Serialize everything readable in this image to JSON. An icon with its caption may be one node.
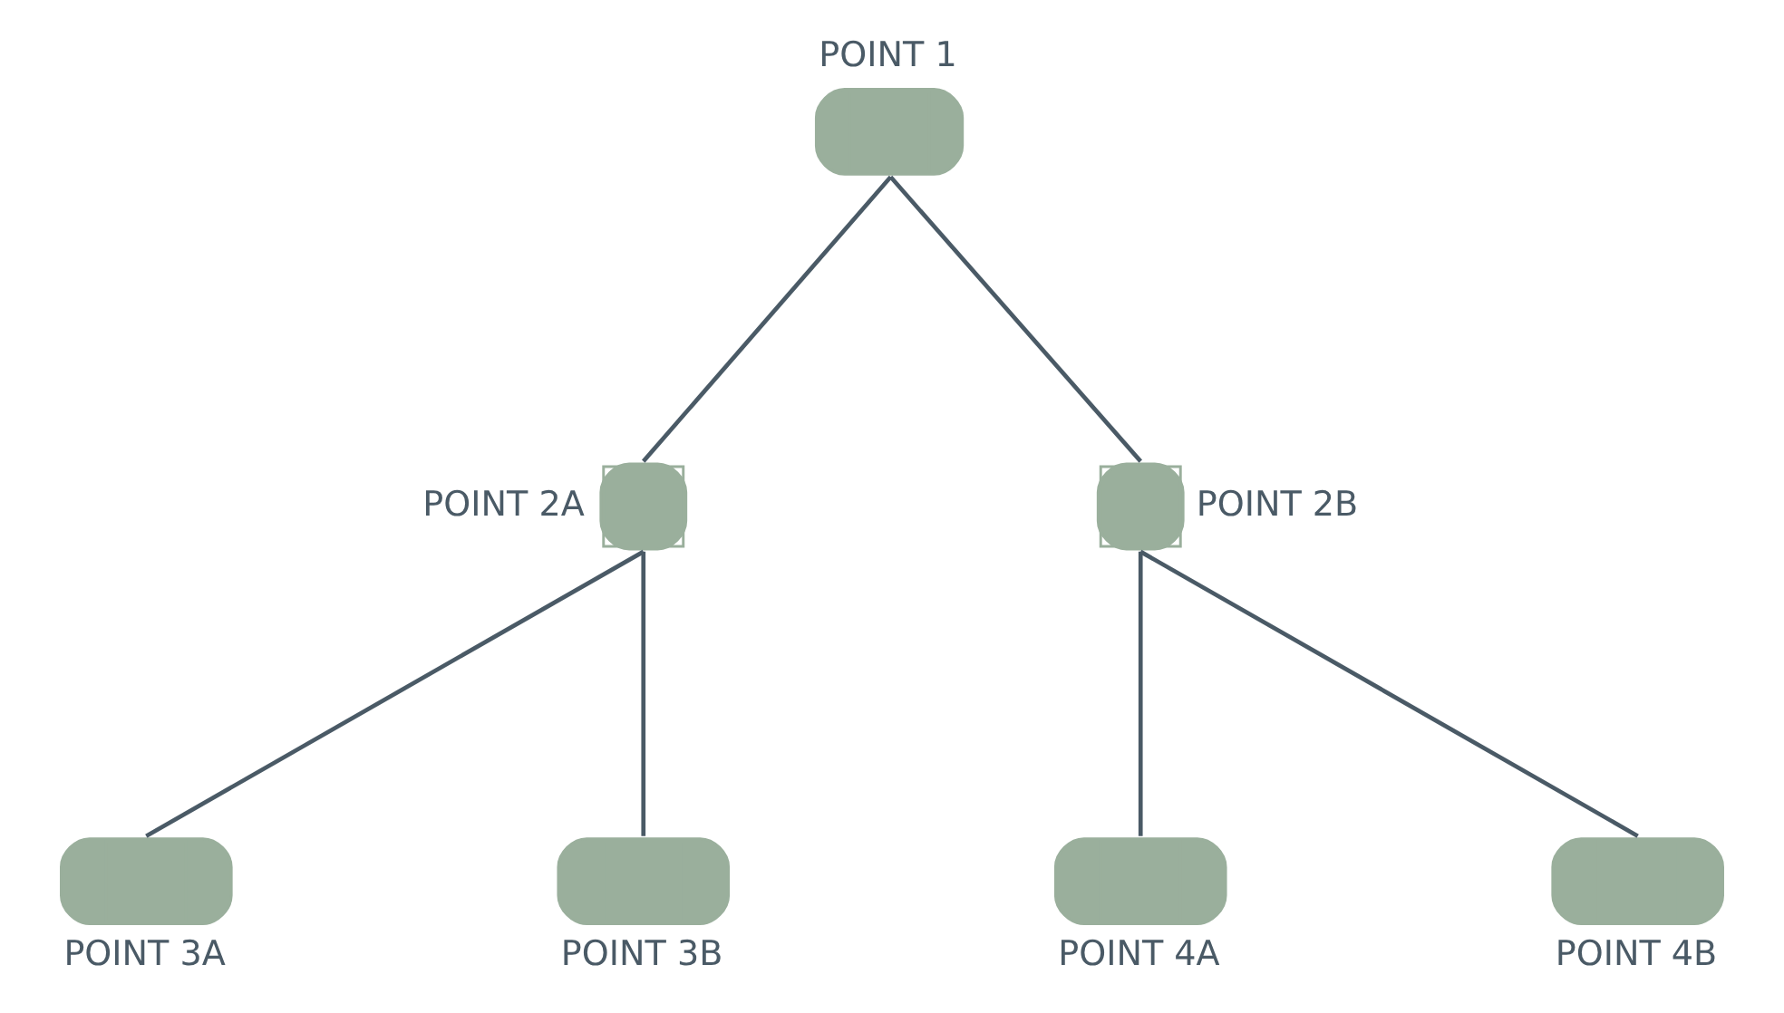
{
  "diagram": {
    "nodes": [
      {
        "text": [
          "POINT 1"
        ]
      },
      {
        "text": [
          "POINT 2A"
        ]
      },
      {
        "text": [
          "POINT 2B"
        ]
      },
      {
        "text": [
          "POINT 3A"
        ]
      },
      {
        "text": [
          "POINT 3B"
        ]
      },
      {
        "text": [
          "POINT 4A"
        ]
      },
      {
        "text": [
          "POINT 4B"
        ]
      }
    ],
    "edges": [
      {
        "from": 0,
        "to": 1,
        "arrow": "none"
      },
      {
        "from": 0,
        "to": 2,
        "arrow": "none"
      },
      {
        "from": 1,
        "to": 3,
        "arrow": "none"
      },
      {
        "from": 1,
        "to": 4,
        "arrow": "none"
      },
      {
        "from": 2,
        "to": 5,
        "arrow": "none"
      },
      {
        "from": 2,
        "to": 6,
        "arrow": "none"
      }
    ]
  }
}
